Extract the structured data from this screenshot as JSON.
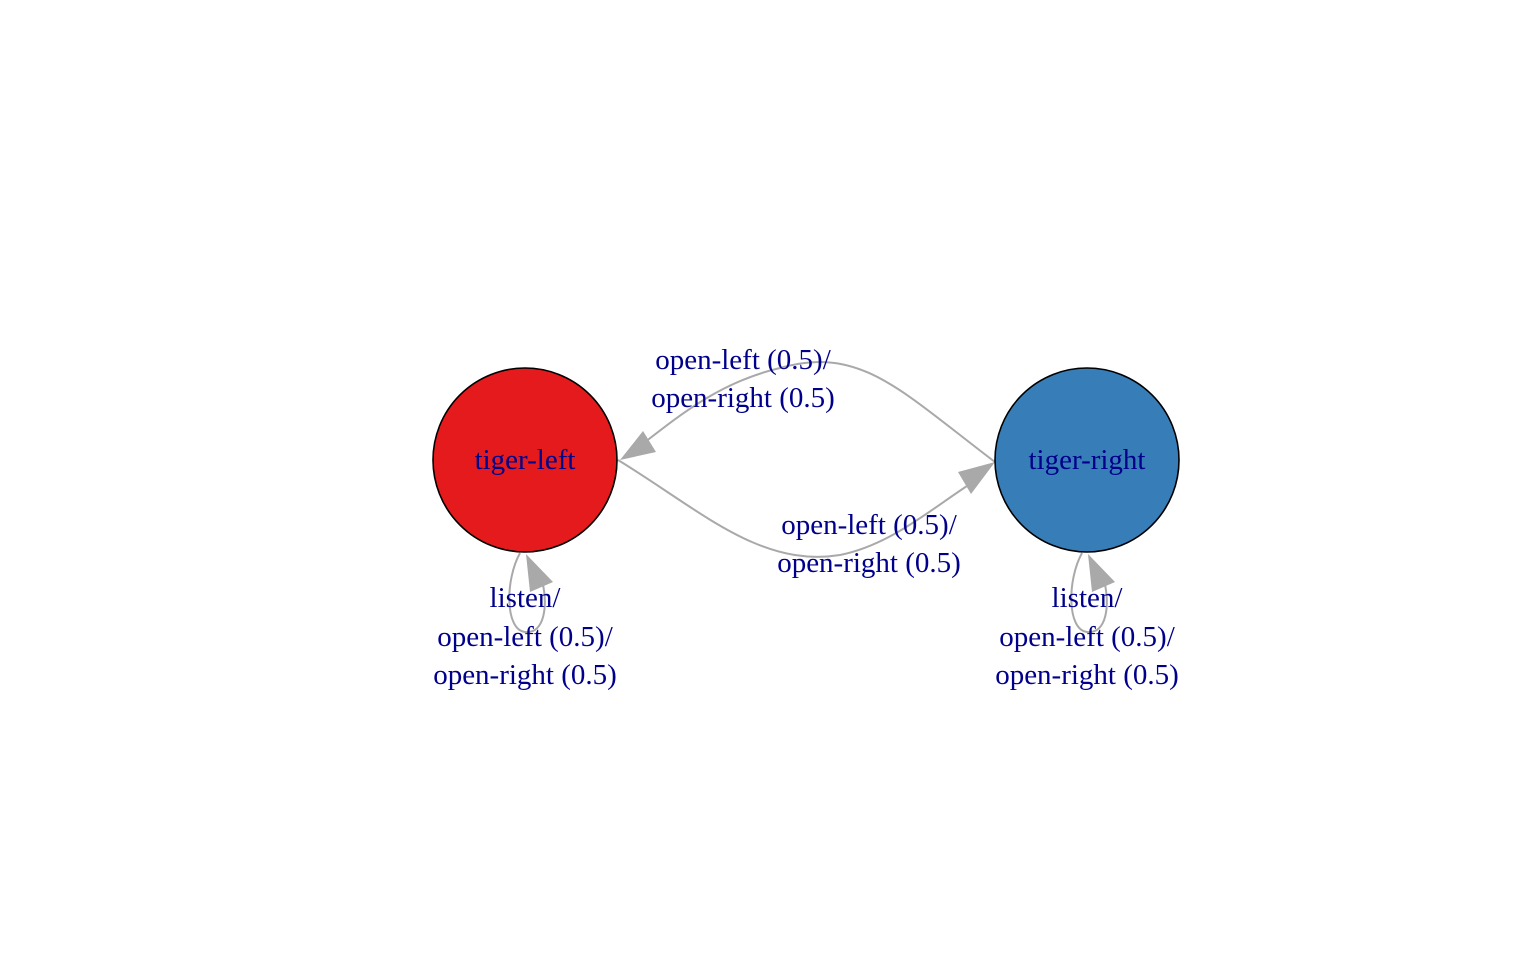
{
  "diagram": {
    "colors": {
      "edge": "#a9a9a9",
      "label": "#00008b",
      "tiger_left_fill": "#e41a1c",
      "tiger_right_fill": "#377eb8"
    },
    "nodes": {
      "tiger_left": {
        "label": "tiger-left"
      },
      "tiger_right": {
        "label": "tiger-right"
      }
    },
    "edges": {
      "right_to_left": {
        "from": "tiger-right",
        "to": "tiger-left",
        "label_lines": [
          "open-left (0.5)/",
          "open-right (0.5)"
        ]
      },
      "left_to_right": {
        "from": "tiger-left",
        "to": "tiger-right",
        "label_lines": [
          "open-left (0.5)/",
          "open-right (0.5)"
        ]
      },
      "left_self": {
        "from": "tiger-left",
        "to": "tiger-left",
        "label_lines": [
          "listen/",
          "open-left (0.5)/",
          "open-right (0.5)"
        ]
      },
      "right_self": {
        "from": "tiger-right",
        "to": "tiger-right",
        "label_lines": [
          "listen/",
          "open-left (0.5)/",
          "open-right (0.5)"
        ]
      }
    }
  }
}
